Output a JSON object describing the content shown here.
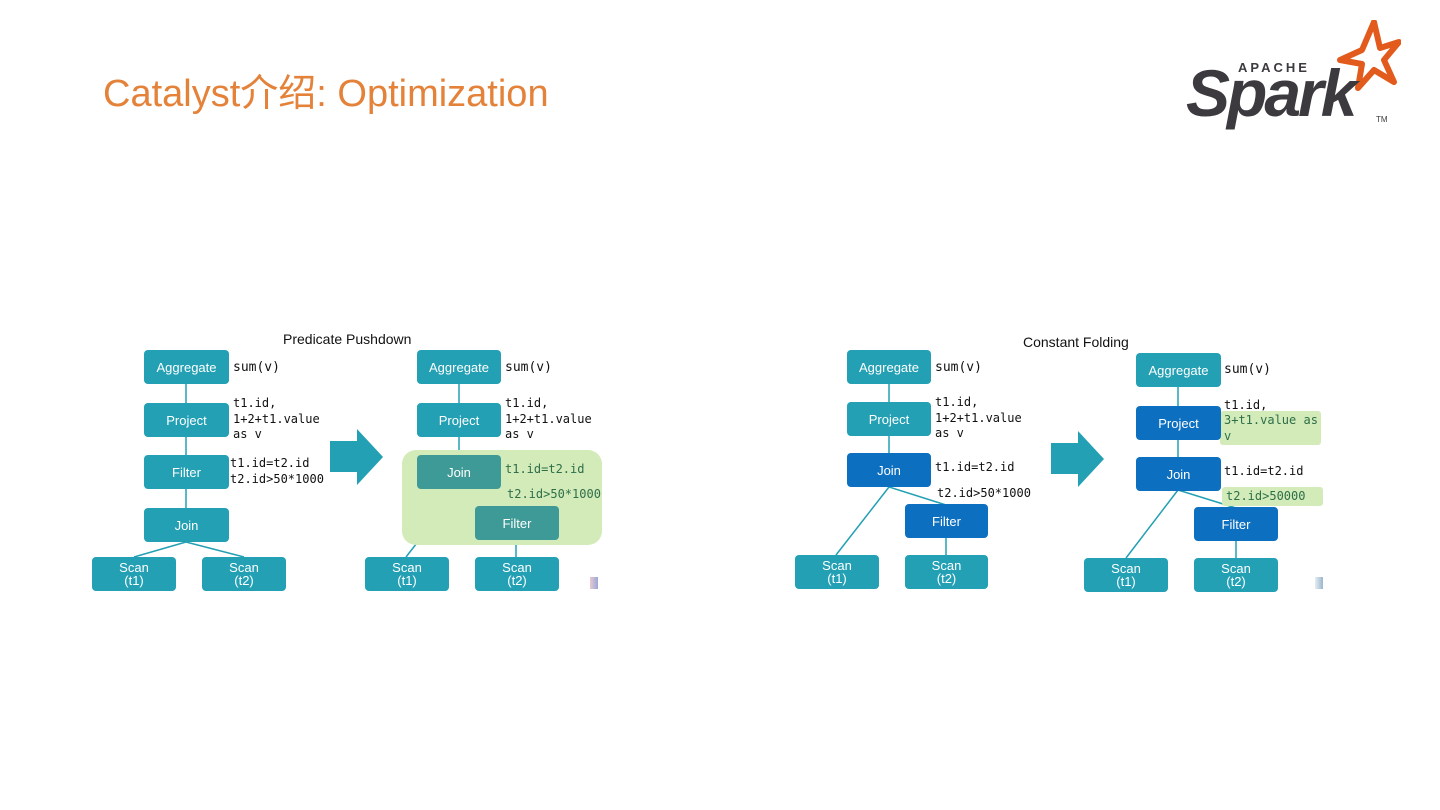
{
  "title": "Catalyst介绍: Optimization",
  "logo": {
    "apache": "APACHE",
    "spark": "Spark",
    "tm": "TM"
  },
  "colors": {
    "title": "#E4823A",
    "node_teal": "#23A0B4",
    "node_dark_teal": "#3E9A96",
    "node_blue": "#0D6FBF",
    "highlight_green": "#D2EBB8",
    "arrow": "#23A0B4"
  },
  "diagrams": {
    "pushdown": {
      "caption": "Predicate Pushdown",
      "before": {
        "aggregate": "Aggregate",
        "project": "Project",
        "filter": "Filter",
        "join": "Join",
        "scan1": [
          "Scan",
          "(t1)"
        ],
        "scan2": [
          "Scan",
          "(t2)"
        ],
        "agg_expr": "sum(v)",
        "project_expr": [
          "t1.id,",
          "1+2+t1.value",
          "as v"
        ],
        "filter_expr": [
          "t1.id=t2.id",
          "t2.id>50*1000"
        ]
      },
      "after": {
        "aggregate": "Aggregate",
        "project": "Project",
        "join": "Join",
        "filter": "Filter",
        "scan1": [
          "Scan",
          "(t1)"
        ],
        "scan2": [
          "Scan",
          "(t2)"
        ],
        "agg_expr": "sum(v)",
        "project_expr": [
          "t1.id,",
          "1+2+t1.value",
          "as v"
        ],
        "join_expr": "t1.id=t2.id",
        "filter_expr": "t2.id>50*1000"
      }
    },
    "folding": {
      "caption": "Constant Folding",
      "before": {
        "aggregate": "Aggregate",
        "project": "Project",
        "join": "Join",
        "filter": "Filter",
        "scan1": [
          "Scan",
          "(t1)"
        ],
        "scan2": [
          "Scan",
          "(t2)"
        ],
        "agg_expr": "sum(v)",
        "project_expr": [
          "t1.id,",
          "1+2+t1.value",
          "as v"
        ],
        "join_expr": "t1.id=t2.id",
        "filter_expr": "t2.id>50*1000"
      },
      "after": {
        "aggregate": "Aggregate",
        "project": "Project",
        "join": "Join",
        "filter": "Filter",
        "scan1": [
          "Scan",
          "(t1)"
        ],
        "scan2": [
          "Scan",
          "(t2)"
        ],
        "agg_expr": "sum(v)",
        "project_expr_1": "t1.id,",
        "project_expr_2": [
          "3+t1.value as",
          "v"
        ],
        "join_expr": "t1.id=t2.id",
        "filter_expr": "t2.id>50000"
      }
    }
  }
}
